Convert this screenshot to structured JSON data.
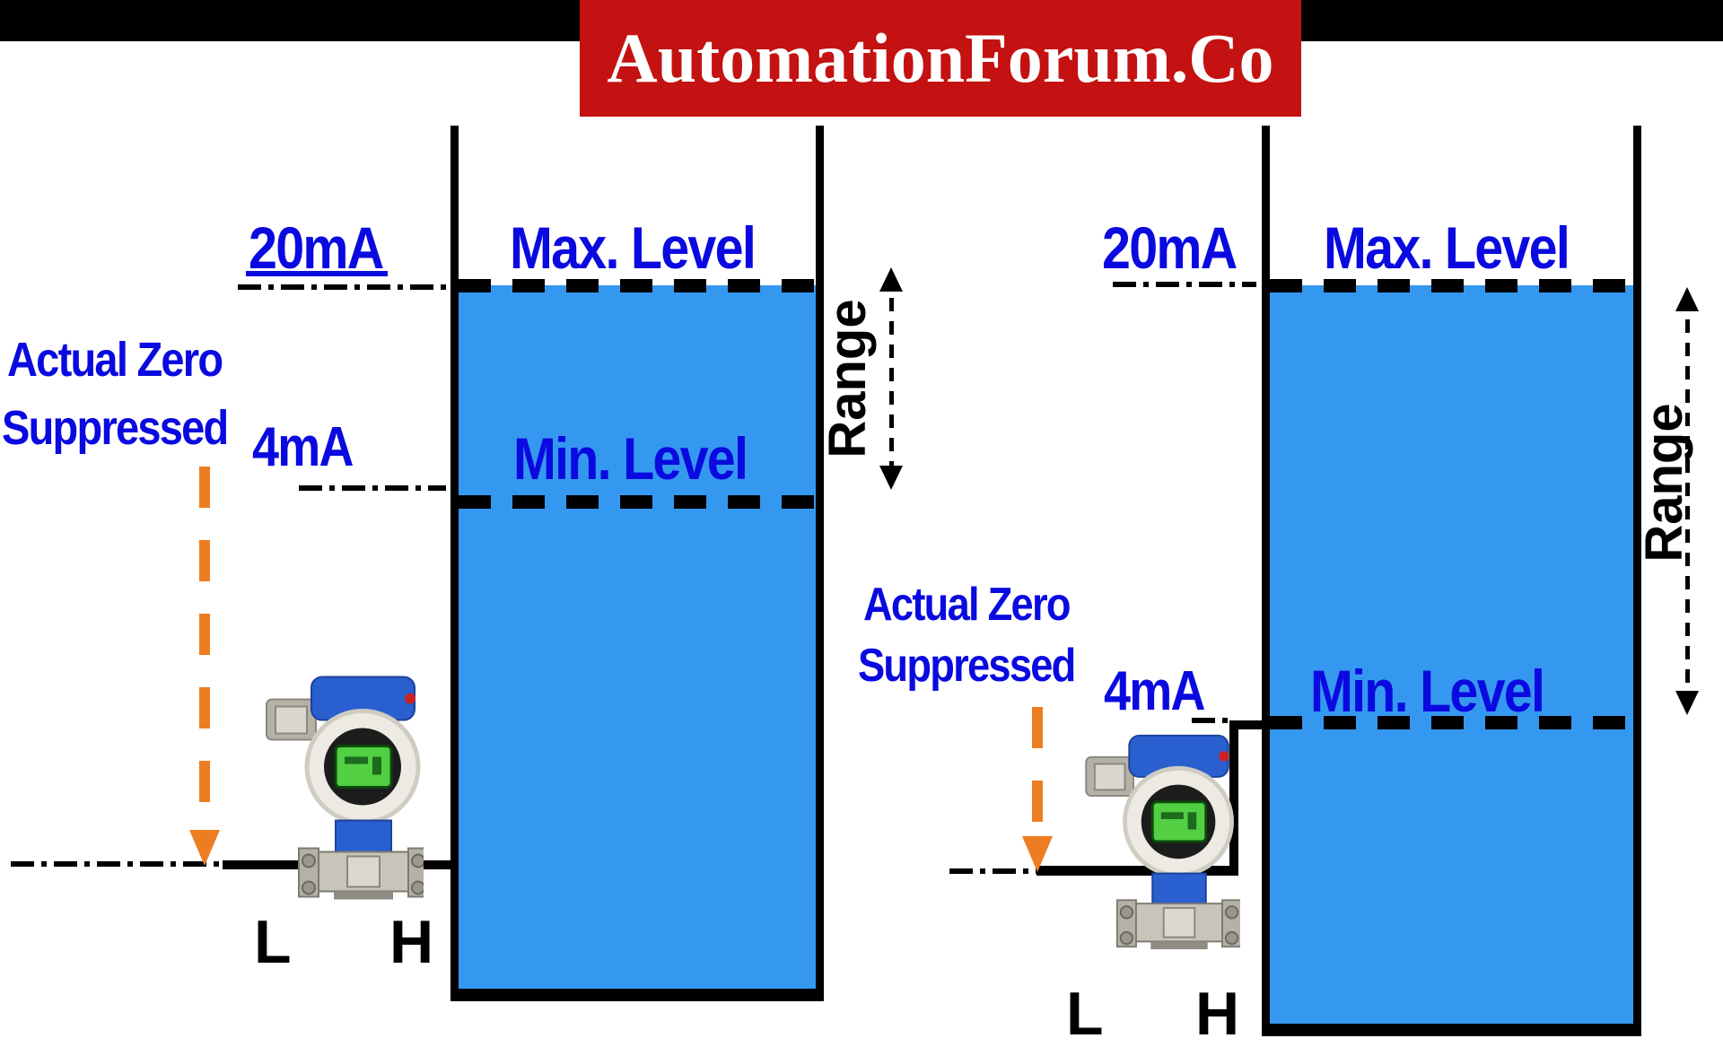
{
  "banner": {
    "title": "AutomationForum.Co",
    "bg_color": "#c41111",
    "text_color": "#ffffff"
  },
  "colors": {
    "water_blue": "#3598f0",
    "label_blue": "#0a0ae0",
    "arrow_orange": "#ed7d21",
    "line_black": "#000000",
    "transmitter_blue": "#2a5fd0",
    "lcd_green": "#52cf42"
  },
  "left_diagram": {
    "title_20ma": "20mA",
    "title_4ma": "4mA",
    "max_level": "Max. Level",
    "min_level": "Min. Level",
    "zero_line1": "Actual Zero",
    "zero_line2": "Suppressed",
    "range": "Range",
    "port_low": "L",
    "port_high": "H"
  },
  "right_diagram": {
    "title_20ma": "20mA",
    "title_4ma": "4mA",
    "max_level": "Max. Level",
    "min_level": "Min. Level",
    "zero_line1": "Actual Zero",
    "zero_line2": "Suppressed",
    "range": "Range",
    "port_low": "L",
    "port_high": "H"
  }
}
